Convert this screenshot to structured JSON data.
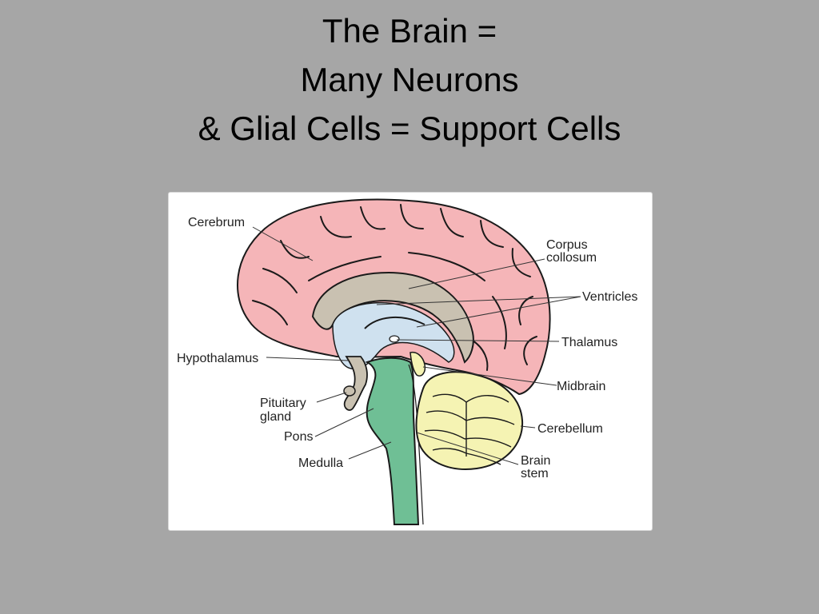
{
  "slide": {
    "title_lines": [
      "The Brain =",
      "Many Neurons",
      "& Glial Cells = Support Cells"
    ]
  },
  "diagram": {
    "colors": {
      "cerebrum": "#f5b5b8",
      "ventricles": "#cfe1ef",
      "corpus_callosum": "#c9c1b1",
      "brain_stem": "#6fbf95",
      "cerebellum": "#f5f3b3",
      "outline": "#1a1a1a"
    },
    "labels": {
      "cerebrum": "Cerebrum",
      "corpus_line1": "Corpus",
      "corpus_line2": "collosum",
      "ventricles": "Ventricles",
      "thalamus": "Thalamus",
      "hypothalamus": "Hypothalamus",
      "midbrain": "Midbrain",
      "pituitary_line1": "Pituitary",
      "pituitary_line2": "gland",
      "cerebellum": "Cerebellum",
      "pons": "Pons",
      "brain_stem_line1": "Brain",
      "brain_stem_line2": "stem",
      "medulla": "Medulla"
    }
  }
}
